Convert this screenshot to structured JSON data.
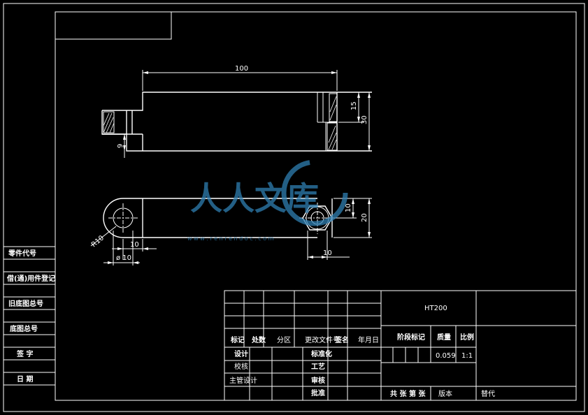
{
  "dimensions": {
    "length": "100",
    "height_top": "15",
    "height_total": "30",
    "left_small": "9",
    "radius": "R10",
    "width_left": "10",
    "diameter": "ø 10",
    "nut_w": "10",
    "height_right_10": "10",
    "height_right_20": "20",
    "nut_bottom": "10"
  },
  "watermark": {
    "text": "人人文库",
    "url": "w w w . r e n r e n d o c . c o m"
  },
  "left_strip": [
    "零件代号",
    "借(通)用件登记",
    "旧底图总号",
    "底图总号",
    "签  字",
    "日  期"
  ],
  "title_block": {
    "material": "HT200",
    "headers": [
      "标记",
      "处数",
      "分区",
      "更改文件号",
      "签名",
      "年月日"
    ],
    "labels": [
      "设计",
      "标准化",
      "校核",
      "工艺",
      "主管设计",
      "审核",
      "批准"
    ],
    "props": [
      "阶段标记",
      "质量",
      "比例"
    ],
    "mass": "0.059",
    "scale": "1:1",
    "bottom": [
      "共  张  第  张",
      "版本",
      "替代"
    ]
  }
}
